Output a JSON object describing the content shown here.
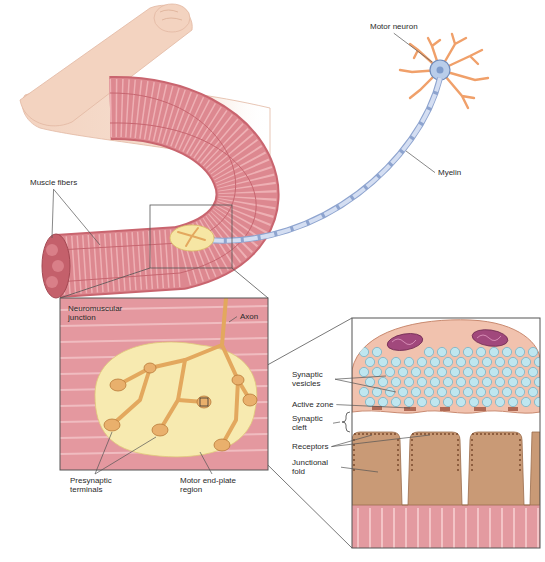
{
  "diagram": {
    "labels": [
      "Motor neuron",
      "Muscle fibers",
      "Myelin",
      "Neuromuscular junction",
      "Axon",
      "Synaptic vesicles",
      "Active zone",
      "Synaptic cleft",
      "Receptors",
      "Junctional fold",
      "Presynaptic terminals",
      "Motor end-plate region"
    ]
  }
}
